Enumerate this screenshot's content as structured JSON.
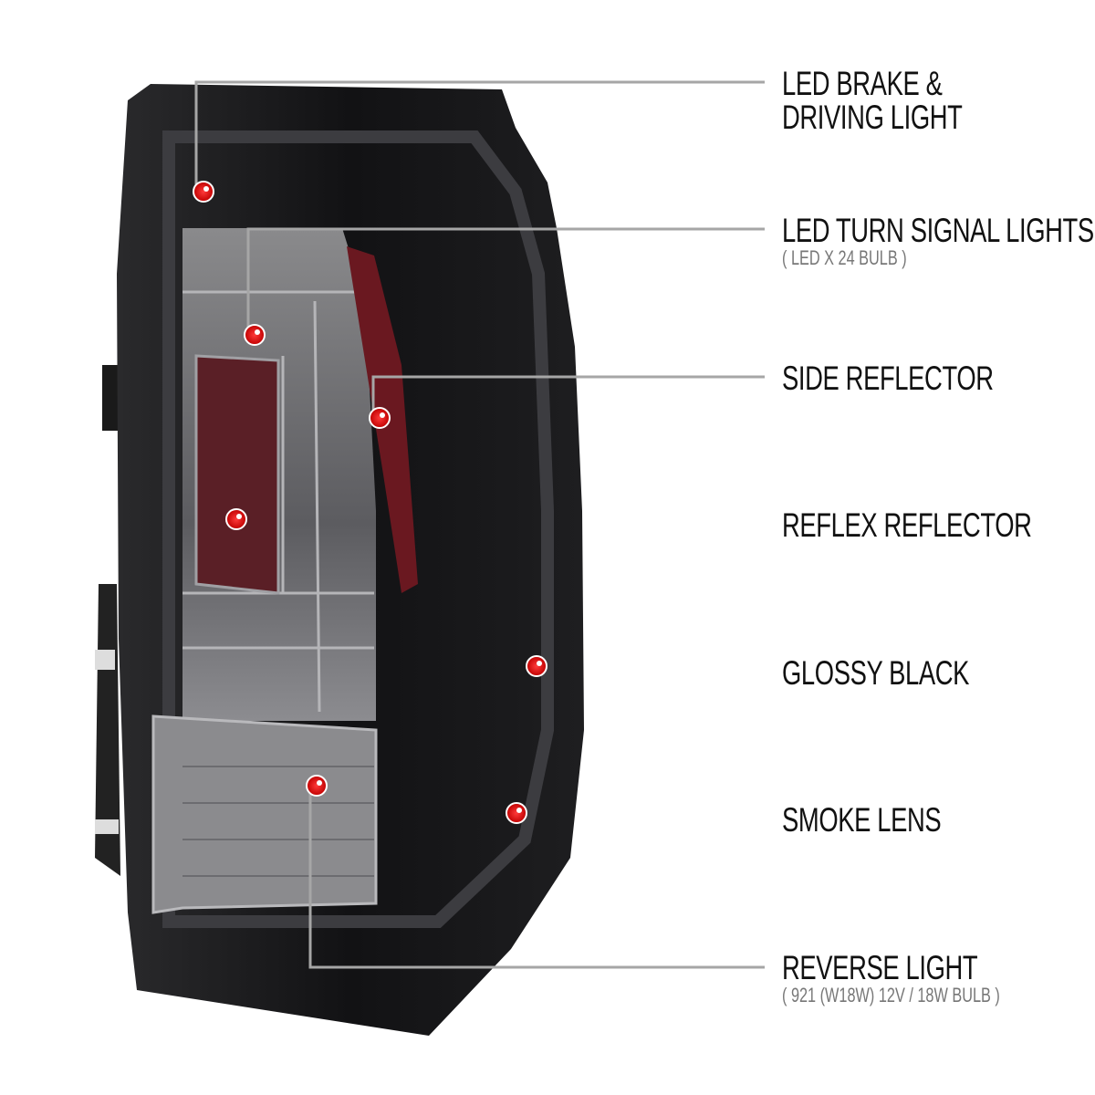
{
  "callouts": [
    {
      "title_line1": "LED BRAKE &",
      "title_line2": "DRIVING LIGHT"
    },
    {
      "title": "LED TURN SIGNAL LIGHTS",
      "sub": "( LED X 24  BULB )"
    },
    {
      "title": "SIDE REFLECTOR"
    },
    {
      "title": "REFLEX REFLECTOR"
    },
    {
      "title": "GLOSSY BLACK"
    },
    {
      "title": "SMOKE LENS"
    },
    {
      "title": "REVERSE LIGHT",
      "sub": "( 921 (W18W)  12V / 18W  BULB )"
    }
  ],
  "colors": {
    "accent": "#d40000",
    "line_gray": "#9a9a9a",
    "body": "#1b1b1d"
  }
}
